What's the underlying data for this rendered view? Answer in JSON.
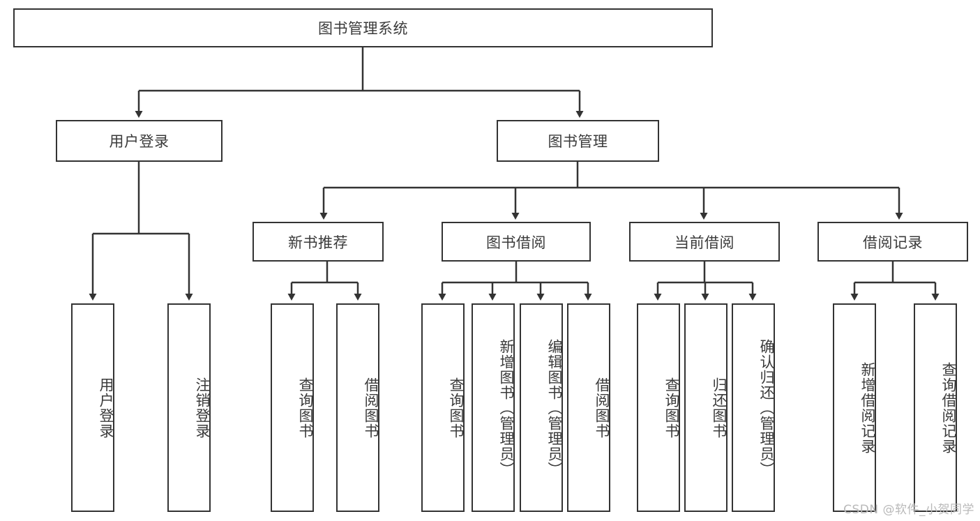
{
  "diagram": {
    "title": "图书管理系统",
    "type": "tree-hierarchy-diagram",
    "colors": {
      "background": "#ffffff",
      "box_border": "#333333",
      "box_fill": "#ffffff",
      "text": "#3a3a3a",
      "connector": "#333333",
      "watermark": "#b9b9b9"
    }
  },
  "nodes": {
    "root": {
      "label": "图书管理系统"
    },
    "level2": [
      {
        "id": "user-login",
        "label": "用户登录"
      },
      {
        "id": "book-manage",
        "label": "图书管理"
      }
    ],
    "level3": [
      {
        "id": "new-book-recommend",
        "label": "新书推荐"
      },
      {
        "id": "book-borrow",
        "label": "图书借阅"
      },
      {
        "id": "current-borrow",
        "label": "当前借阅"
      },
      {
        "id": "borrow-record",
        "label": "借阅记录"
      }
    ],
    "leaves": {
      "user_login": [
        {
          "id": "leaf-user-login",
          "label": "用户登录"
        },
        {
          "id": "leaf-logout-login",
          "label": "注销登录"
        }
      ],
      "new_book_recommend": [
        {
          "id": "leaf-query-book-1",
          "label": "查询图书"
        },
        {
          "id": "leaf-borrow-book-1",
          "label": "借阅图书"
        }
      ],
      "book_borrow": [
        {
          "id": "leaf-query-book-2",
          "label": "查询图书"
        },
        {
          "id": "leaf-add-book",
          "label": "新增图书（管理员）"
        },
        {
          "id": "leaf-edit-book",
          "label": "编辑图书（管理员）"
        },
        {
          "id": "leaf-borrow-book-2",
          "label": "借阅图书"
        }
      ],
      "current_borrow": [
        {
          "id": "leaf-query-book-3",
          "label": "查询图书"
        },
        {
          "id": "leaf-return-book",
          "label": "归还图书"
        },
        {
          "id": "leaf-confirm-return",
          "label": "确认归还（管理员）"
        }
      ],
      "borrow_record": [
        {
          "id": "leaf-add-borrow-record",
          "label": "新增借阅记录"
        },
        {
          "id": "leaf-query-borrow-record",
          "label": "查询借阅记录"
        }
      ]
    }
  },
  "watermark": {
    "text": "CSDN @软件_小贺同学"
  }
}
